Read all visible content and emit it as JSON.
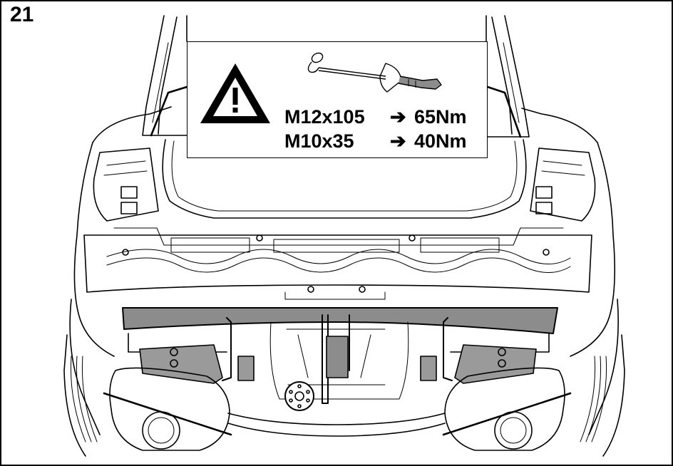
{
  "step_number": "21",
  "torque_specs": [
    {
      "bolt": "M12x105",
      "arrow": "➔",
      "torque": "65Nm"
    },
    {
      "bolt": "M10x35",
      "arrow": "➔",
      "torque": "40Nm"
    }
  ],
  "icons": {
    "warning": "warning-triangle-icon",
    "tool": "torque-wrench-icon"
  },
  "colors": {
    "line": "#000000",
    "background": "#ffffff",
    "bumper_beam": "#8c8c8c",
    "bracket": "#9a9a9a"
  }
}
